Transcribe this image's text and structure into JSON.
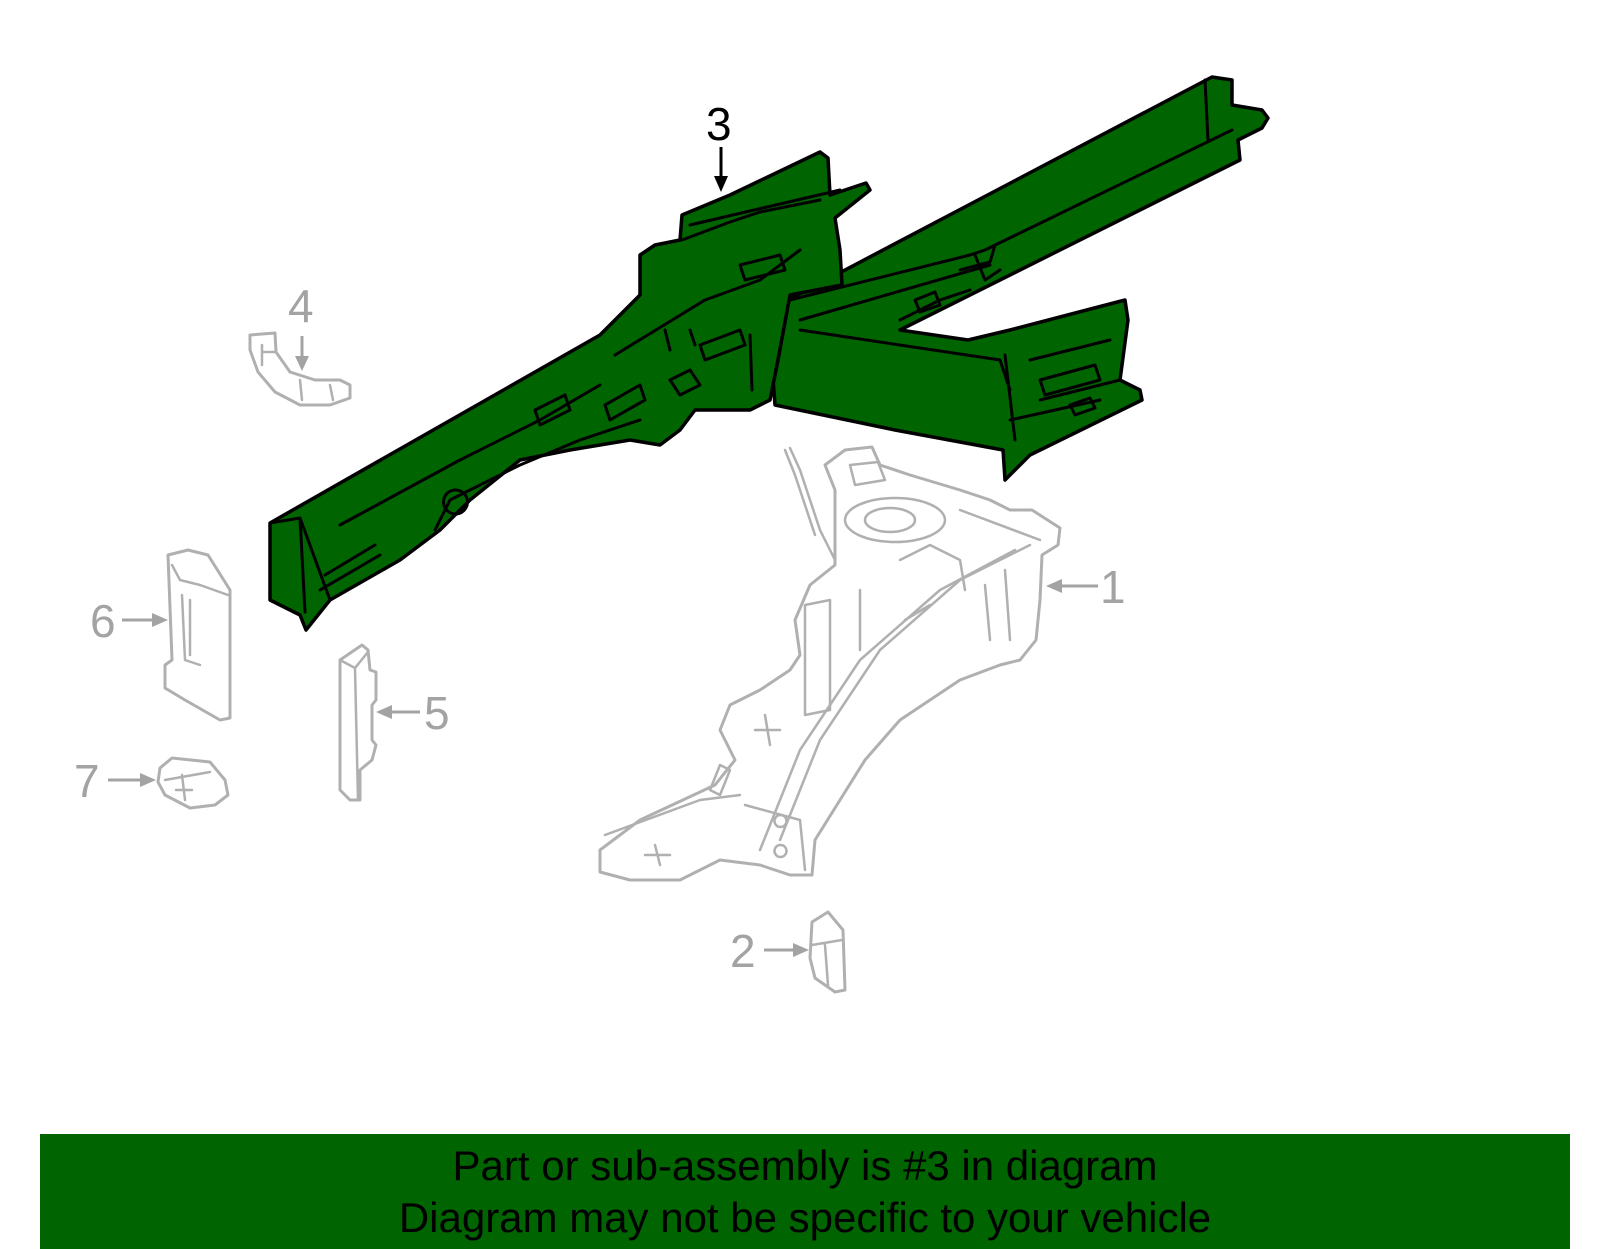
{
  "colors": {
    "highlight_fill": "#006400",
    "ghost_stroke": "#b0b0b0",
    "callout_dim": "#a3a3a3",
    "banner_bg": "#006400"
  },
  "callouts": {
    "c1": "1",
    "c2": "2",
    "c3": "3",
    "c4": "4",
    "c5": "5",
    "c6": "6",
    "c7": "7"
  },
  "highlighted_part": "3",
  "banner": {
    "line1": "Part or sub-assembly is #3 in diagram",
    "line2": "Diagram may not be specific to your vehicle"
  }
}
